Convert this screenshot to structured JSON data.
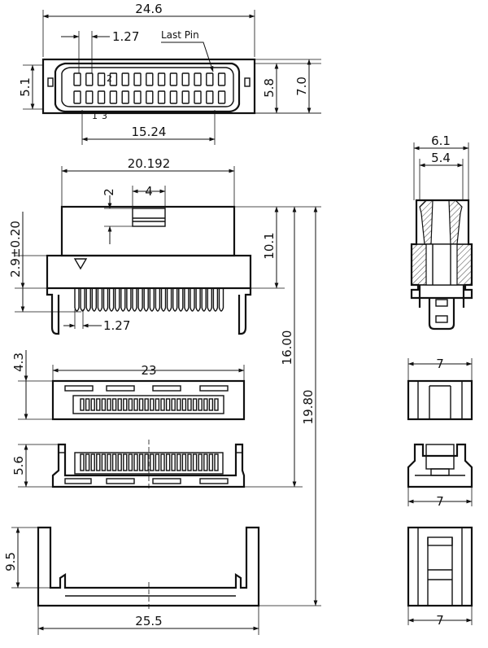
{
  "drawing": {
    "labels": {
      "top_width": "24.6",
      "pitch_top": "1.27",
      "last_pin": "Last Pin",
      "pin_2": "2",
      "pin_1": "1",
      "pin_3": "3",
      "left_height": "5.1",
      "right_inner": "5.8",
      "right_outer": "7.0",
      "bottom_span": "15.24",
      "body_width": "20.192",
      "latch_width": "4",
      "latch_depth": "2",
      "side_tol": "2.9±0.20",
      "height_101": "10.1",
      "pitch_bottom": "1.27",
      "height_16": "16.00",
      "height_198": "19.80",
      "socket_width": "23",
      "socket_h1": "4.3",
      "socket_h2": "5.6",
      "base_height": "9.5",
      "base_width": "25.5",
      "side_61": "6.1",
      "side_54": "5.4",
      "side_w1": "7",
      "side_w2": "7",
      "side_w3": "7"
    }
  }
}
